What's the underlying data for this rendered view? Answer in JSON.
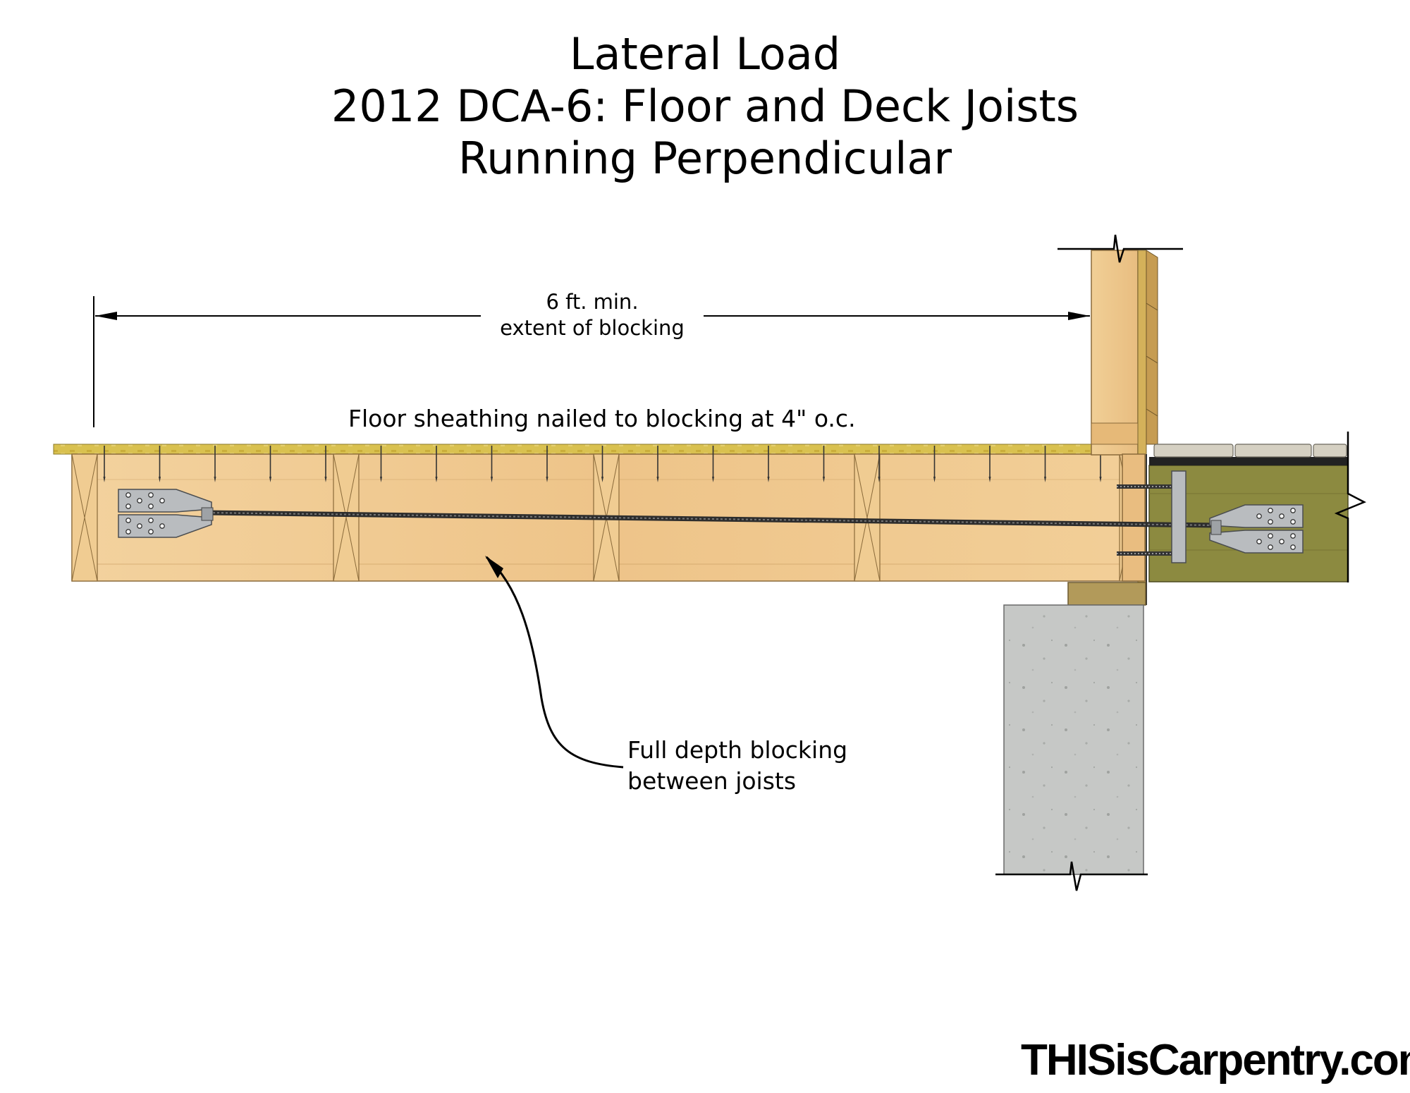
{
  "title": {
    "line1": "Lateral Load",
    "line2": "2012 DCA-6: Floor and Deck Joists",
    "line3": "Running Perpendicular"
  },
  "dimension": {
    "line1": "6 ft. min.",
    "line2": "extent of blocking"
  },
  "callouts": {
    "sheathing": "Floor sheathing nailed to blocking at 4\" o.c.",
    "blocking_line1": "Full depth blocking",
    "blocking_line2": "between joists"
  },
  "brand": "THISisCarpentry.com",
  "colors": {
    "wood": "#efc98e",
    "wood_dark": "#d9ab6a",
    "sheathing": "#d8c04e",
    "treated": "#8e8a3e",
    "concrete": "#c4c6c4",
    "steel": "#b9bcbf",
    "rod": "#333333"
  }
}
